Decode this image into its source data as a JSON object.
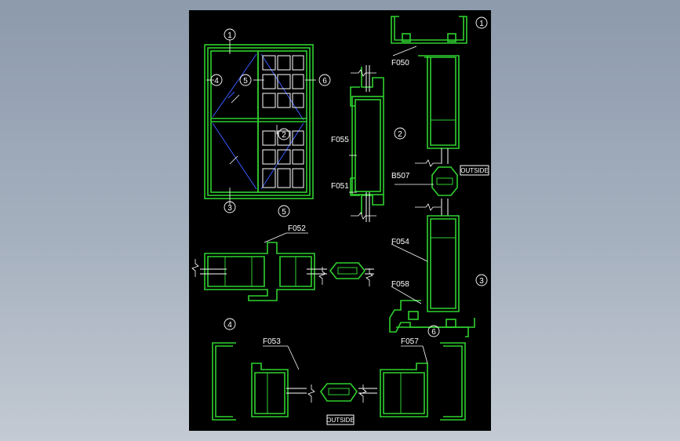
{
  "labels": {
    "c1": "1",
    "c2": "2",
    "c3": "3",
    "c4": "4",
    "c5": "5",
    "c6": "6",
    "f050": "F050",
    "f051": "F051",
    "f052": "F052",
    "f053": "F053",
    "f054": "F054",
    "f055": "F055",
    "f057": "F057",
    "f058": "F058",
    "b507": "B507",
    "outside": "OUTSIDE"
  },
  "colors": {
    "profile": "#2fd12f",
    "leader": "#ffffff",
    "glass_hatch": "#3a5cff",
    "sheet": "#000000",
    "background": "#9aa6b6"
  }
}
